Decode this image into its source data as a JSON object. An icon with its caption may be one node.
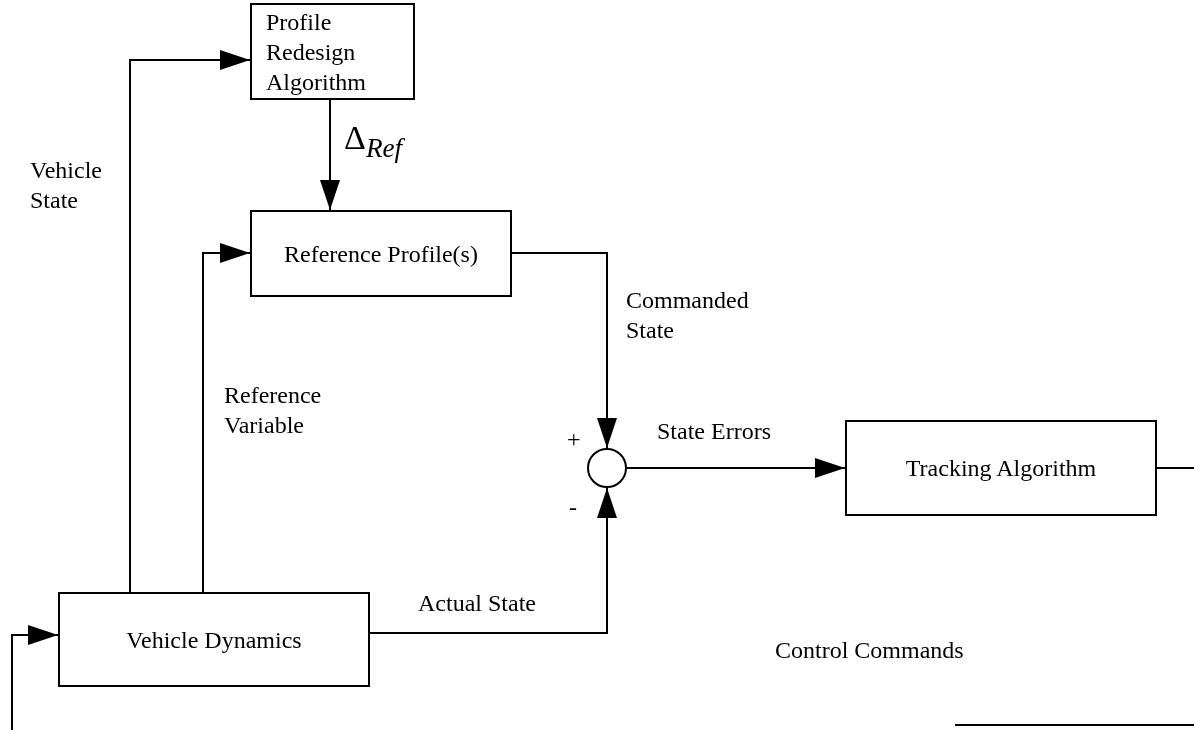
{
  "diagram": {
    "nodes": [
      {
        "text": [
          "Profile Redesign Algorithm"
        ]
      },
      {
        "text": [
          "Reference Profile(s)"
        ]
      },
      {
        "text": [
          "Vehicle Dynamics"
        ]
      },
      {
        "text": [],
        "shape": "circle",
        "beside": [
          "+",
          "-"
        ]
      },
      {
        "text": [
          "Tracking Algorithm"
        ]
      }
    ],
    "edges": [
      {
        "from": 2,
        "to": 0,
        "arrow": "to",
        "label": "Vehicle State"
      },
      {
        "from": 0,
        "to": 1,
        "arrow": "to",
        "label": "Δ$_{Ref}$"
      },
      {
        "from": 2,
        "to": 1,
        "arrow": "to",
        "label": "Reference Variable"
      },
      {
        "from": 1,
        "to": 3,
        "arrow": "to",
        "label": "Commanded State"
      },
      {
        "from": 2,
        "to": 3,
        "arrow": "to",
        "label": "Actual State"
      },
      {
        "from": 3,
        "to": 4,
        "arrow": "to",
        "label": "State Errors"
      },
      {
        "from": 4,
        "to": null,
        "arrow": "none"
      },
      {
        "from": null,
        "to": 2,
        "arrow": "to"
      }
    ],
    "labels": [
      "Control Commands"
    ]
  }
}
